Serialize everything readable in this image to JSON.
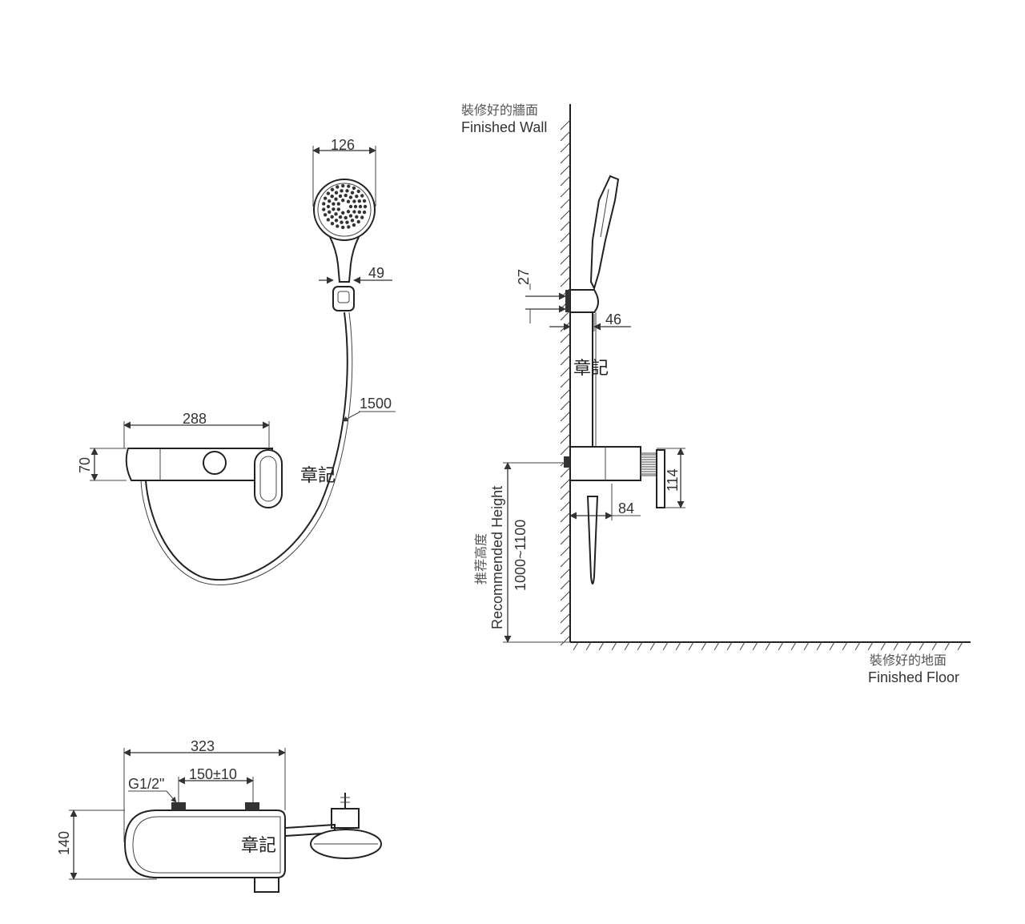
{
  "front_view": {
    "dim_head_width": "126",
    "dim_holder_width": "49",
    "dim_hose_length": "1500",
    "dim_body_length": "288",
    "dim_body_height": "70",
    "stamp": "章記"
  },
  "side_view": {
    "wall_label_cn": "裝修好的牆面",
    "wall_label_en": "Finished Wall",
    "dim_holder_height": "27",
    "dim_holder_depth": "46",
    "stamp": "章記",
    "dim_valve_height": "114",
    "dim_valve_depth": "84",
    "height_label_cn": "推荐高度",
    "height_label_en": "Recommended Height",
    "height_range": "1000~1100",
    "floor_label_cn": "裝修好的地面",
    "floor_label_en": "Finished Floor"
  },
  "top_view": {
    "dim_total_length": "323",
    "dim_thread": "G1/2\"",
    "dim_center_distance": "150±10",
    "dim_depth": "140",
    "stamp": "章記"
  }
}
